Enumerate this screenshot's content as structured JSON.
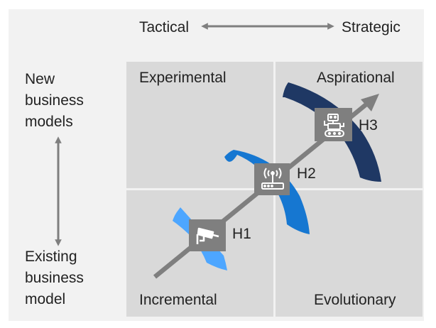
{
  "axes": {
    "x_left": "Tactical",
    "x_right": "Strategic",
    "y_top": [
      "New",
      "business",
      "models"
    ],
    "y_bottom": [
      "Existing",
      "business",
      "model"
    ]
  },
  "quadrants": {
    "top_left": "Experimental",
    "top_right": "Aspirational",
    "bottom_left": "Incremental",
    "bottom_right": "Evolutionary"
  },
  "horizons": [
    {
      "label": "H1",
      "icon": "security-camera-icon",
      "arc_color": "#4da6ff"
    },
    {
      "label": "H2",
      "icon": "wifi-router-icon",
      "arc_color": "#1677d1"
    },
    {
      "label": "H3",
      "icon": "robot-icon",
      "arc_color": "#1f3864"
    }
  ],
  "colors": {
    "quadrant_fill": "#d9d9d9",
    "arrow": "#7f7f7f",
    "icon_box": "#7f7f7f"
  }
}
